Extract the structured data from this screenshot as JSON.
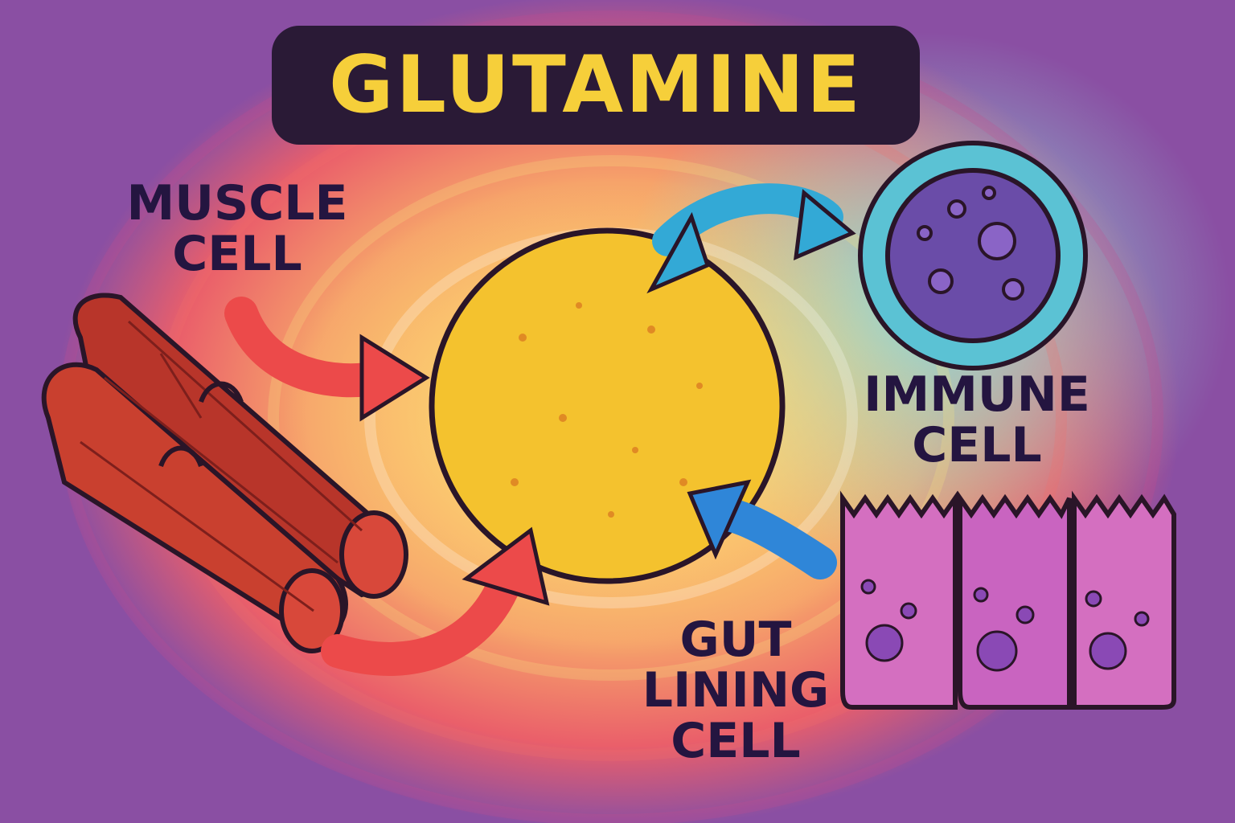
{
  "title": "GLUTAMINE",
  "labels": {
    "muscle_line1": "MUSCLE",
    "muscle_line2": "CELL",
    "immune_line1": "IMMUNE",
    "immune_line2": "CELL",
    "gut_line1": "GUT",
    "gut_line2": "LINING",
    "gut_line3": "CELL"
  },
  "colors": {
    "title_bg": "#2a1a36",
    "title_text": "#f6cf3a",
    "center_cell": "#f4c22e",
    "muscle": "#b8352a",
    "immune_cell": "#6a4ca8",
    "immune_halo": "#5bc2d4",
    "gut_cells": "#d46fc0",
    "red_arrow": "#ec4a4a",
    "blue_arrow": "#2f86d8",
    "cyan_arrow": "#33a9d6"
  }
}
